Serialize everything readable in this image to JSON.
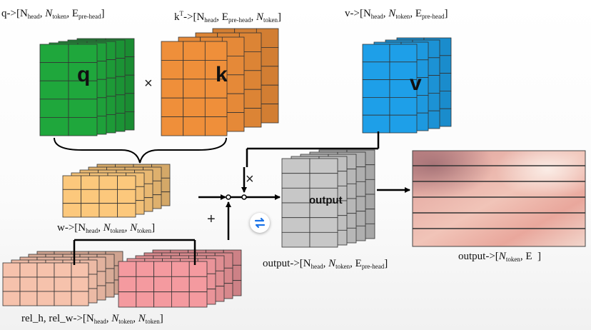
{
  "labels": {
    "q_shape": [
      "q->[N",
      "head",
      ", ",
      "N",
      "token",
      ", E",
      "pre-head",
      "]"
    ],
    "k_shape": [
      "k",
      "T",
      "->[N",
      "head",
      ", E",
      "pre-head",
      ", ",
      "N",
      "token",
      "]"
    ],
    "v_shape": [
      "v->[N",
      "head",
      ", ",
      "N",
      "token",
      ", E",
      "pre-head",
      "]"
    ],
    "w_shape": [
      "w->[N",
      "head",
      ", ",
      "N",
      "token",
      ", ",
      "N",
      "token",
      "]"
    ],
    "output_shape": [
      "output->[N",
      "head",
      ", ",
      "N",
      "token",
      ", E",
      "pre-head",
      "]"
    ],
    "final_shape": [
      "output->[",
      "N",
      "token",
      ", E",
      "]"
    ],
    "rel_shape": [
      "rel_h, rel_w->[N",
      "head",
      ", ",
      "N",
      "token",
      ", ",
      "N",
      "token",
      "]"
    ]
  },
  "tensors": {
    "q": "q",
    "k": "k",
    "v": "v",
    "output": "output"
  },
  "operators": {
    "multiply_qk": "×",
    "multiply_wv": "×",
    "add_rel": "+"
  },
  "colors": {
    "q": "#1fa73c",
    "k": "#ef8f3a",
    "v": "#1e9fe8",
    "w": "#fcc87c",
    "rel_h": "#f6c2ac",
    "rel_w": "#f49a9f",
    "output": "#c7c7c7"
  },
  "icons": {
    "swap": "swap-arrows-icon"
  }
}
